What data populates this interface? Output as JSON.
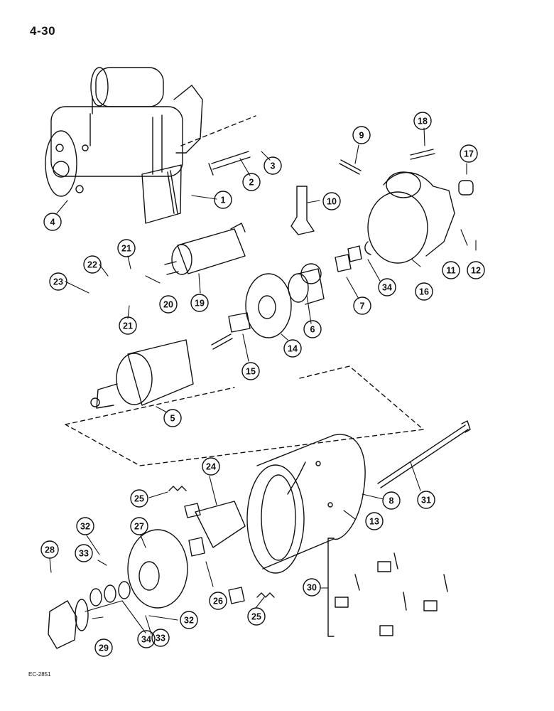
{
  "page_number": "4-30",
  "figure_ref": "EC-2851",
  "callouts": [
    {
      "id": "1"
    },
    {
      "id": "2"
    },
    {
      "id": "3"
    },
    {
      "id": "4"
    },
    {
      "id": "5"
    },
    {
      "id": "6"
    },
    {
      "id": "7"
    },
    {
      "id": "8"
    },
    {
      "id": "9"
    },
    {
      "id": "10"
    },
    {
      "id": "11"
    },
    {
      "id": "12"
    },
    {
      "id": "13"
    },
    {
      "id": "14"
    },
    {
      "id": "15"
    },
    {
      "id": "16"
    },
    {
      "id": "17"
    },
    {
      "id": "18"
    },
    {
      "id": "19"
    },
    {
      "id": "20"
    },
    {
      "id": "21"
    },
    {
      "id": "21"
    },
    {
      "id": "22"
    },
    {
      "id": "23"
    },
    {
      "id": "24"
    },
    {
      "id": "25"
    },
    {
      "id": "25"
    },
    {
      "id": "26"
    },
    {
      "id": "27"
    },
    {
      "id": "28"
    },
    {
      "id": "29"
    },
    {
      "id": "30"
    },
    {
      "id": "31"
    },
    {
      "id": "32"
    },
    {
      "id": "32"
    },
    {
      "id": "33"
    },
    {
      "id": "33"
    },
    {
      "id": "34"
    },
    {
      "id": "34"
    }
  ]
}
